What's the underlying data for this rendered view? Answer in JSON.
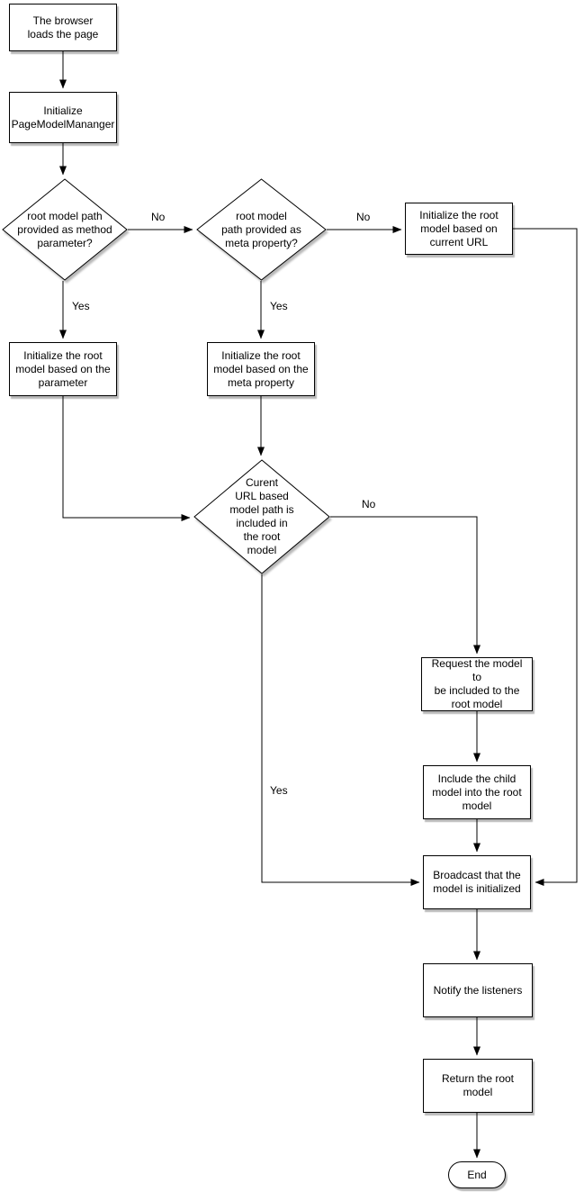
{
  "diagram": {
    "nodes": {
      "browser_loads": "The browser\nloads the page",
      "init_page_model_manager": "Initialize\nPageModelMananger",
      "decision_method_param": "root model path\nprovided as method\nparameter?",
      "decision_meta_property": "root model\npath provided as\nmeta property?",
      "init_current_url": "Initialize the root\nmodel based on\ncurrent URL",
      "init_parameter": "Initialize the root\nmodel based on the\nparameter",
      "init_meta_property": "Initialize the root\nmodel based on the\nmeta property",
      "decision_url_included": "Curent\nURL based\nmodel path is\nincluded in\nthe root\nmodel",
      "request_model": "Request the model to\nbe included to the\nroot model",
      "include_child_model": "Include the child\nmodel into the root\nmodel",
      "broadcast_initialized": "Broadcast that the\nmodel is initialized",
      "notify_listeners": "Notify the listeners",
      "return_root_model": "Return the root\nmodel",
      "end": "End"
    },
    "edge_labels": {
      "method_param_no": "No",
      "method_param_yes": "Yes",
      "meta_property_no": "No",
      "meta_property_yes": "Yes",
      "url_included_no": "No",
      "url_included_yes": "Yes"
    },
    "colors": {
      "node_fill": "#ffffff",
      "node_stroke": "#000000",
      "text": "#000000",
      "background": "#ffffff"
    }
  }
}
